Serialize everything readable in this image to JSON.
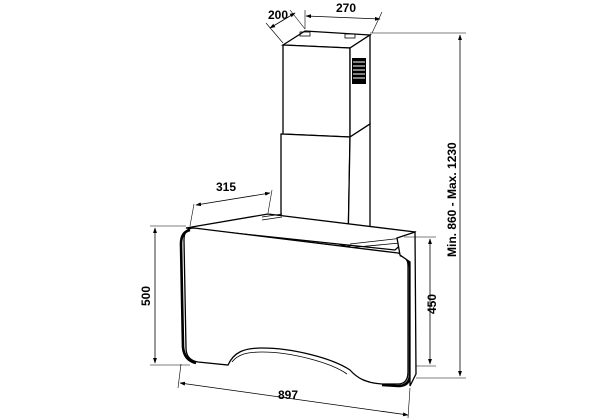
{
  "dimensions": {
    "chimney_depth": "200",
    "chimney_width": "270",
    "canopy_depth": "315",
    "height_range": "Min. 860 - Max. 1230",
    "glass_height": "500",
    "body_height": "450",
    "width": "897"
  }
}
